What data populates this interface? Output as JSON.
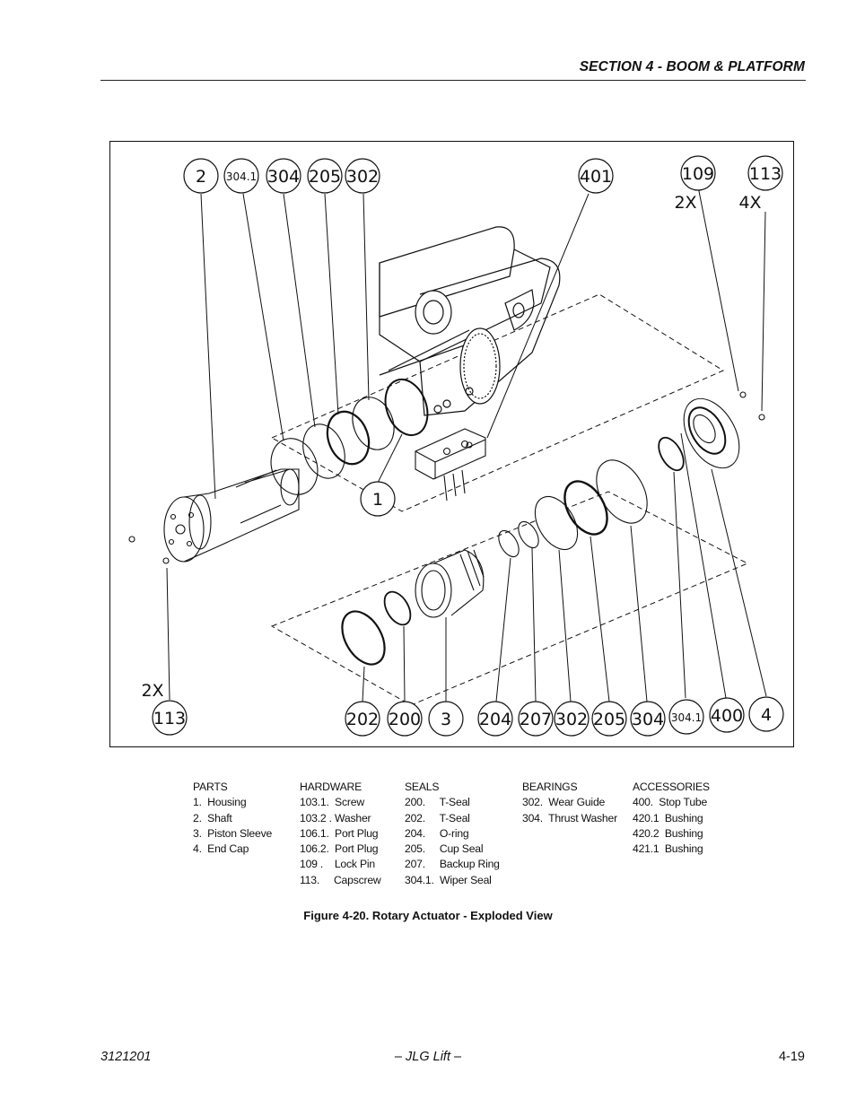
{
  "header": {
    "section_title": "SECTION 4 - BOOM & PLATFORM"
  },
  "figure": {
    "callouts_top": [
      "2",
      "304.1",
      "304",
      "205",
      "302",
      "401",
      "109",
      "113"
    ],
    "multipliers_top": {
      "c109": "2X",
      "c113": "4X"
    },
    "callout_mid": "1",
    "callouts_bottom": [
      "113",
      "202",
      "200",
      "3",
      "204",
      "207",
      "302",
      "205",
      "304",
      "304.1",
      "400",
      "4"
    ],
    "multiplier_bottom": "2X"
  },
  "legend": {
    "parts": {
      "title": "PARTS",
      "items": [
        "1.  Housing",
        "2.  Shaft",
        "3.  Piston Sleeve",
        "4.  End Cap"
      ]
    },
    "hardware": {
      "title": "HARDWARE",
      "items": [
        "103.1.  Screw",
        "103.2 . Washer",
        "106.1.  Port Plug",
        "106.2.  Port Plug",
        "109 .    Lock Pin",
        "113.     Capscrew"
      ]
    },
    "seals": {
      "title": "SEALS",
      "items": [
        "200.     T-Seal",
        "202.     T-Seal",
        "204.     O-ring",
        "205.     Cup Seal",
        "207.     Backup Ring",
        "304.1.  Wiper Seal"
      ]
    },
    "bearings": {
      "title": "BEARINGS",
      "items": [
        "302.  Wear Guide",
        "304.  Thrust Washer"
      ]
    },
    "accessories": {
      "title": "ACCESSORIES",
      "items": [
        "400.  Stop Tube",
        "420.1  Bushing",
        "420.2  Bushing",
        "421.1  Bushing"
      ]
    }
  },
  "caption": "Figure 4-20.  Rotary Actuator - Exploded View",
  "footer": {
    "doc_number": "3121201",
    "publisher": "– JLG Lift –",
    "page": "4-19"
  }
}
